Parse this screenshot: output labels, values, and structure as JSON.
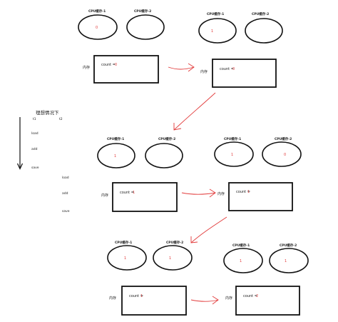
{
  "labels": {
    "cache1": "CPU缓存-1",
    "cache2": "CPU缓存-2",
    "memory": "内存",
    "count_text": "count ="
  },
  "side_panel": {
    "title": "理想情况下",
    "t1": "t1",
    "t2": "t2",
    "t1_steps": [
      "load",
      "add",
      "save"
    ],
    "t2_steps": [
      "load",
      "add",
      "save"
    ]
  },
  "states": [
    {
      "cache1": "0",
      "cache2": "",
      "count": "0"
    },
    {
      "cache1": "1",
      "cache2": "",
      "count": "0"
    },
    {
      "cache1": "1",
      "cache2": "",
      "count": "1"
    },
    {
      "cache1": "1",
      "cache2": "0",
      "count": "1"
    },
    {
      "cache1": "1",
      "cache2": "1",
      "count": "1"
    },
    {
      "cache1": "1",
      "cache2": "1",
      "count": "2"
    }
  ],
  "colors": {
    "arrow": "#e23b3b",
    "value": "#e23b3b",
    "stroke": "#111111"
  }
}
